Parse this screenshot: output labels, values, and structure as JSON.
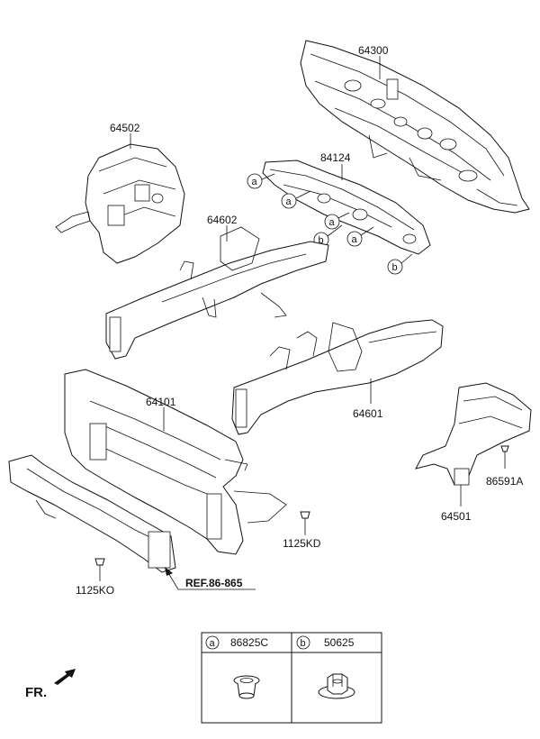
{
  "labels": {
    "p64300": "64300",
    "p64502": "64502",
    "p84124": "84124",
    "p64602": "64602",
    "p64601": "64601",
    "p64101": "64101",
    "p86591a": "86591A",
    "p64501": "64501",
    "p1125kd": "1125KD",
    "p1125ko": "1125KO",
    "ref": "REF.86-865"
  },
  "callouts": {
    "a": "a",
    "b": "b"
  },
  "legend": {
    "a_letter": "a",
    "a_part": "86825C",
    "b_letter": "b",
    "b_part": "50625"
  },
  "direction": {
    "label": "FR."
  }
}
